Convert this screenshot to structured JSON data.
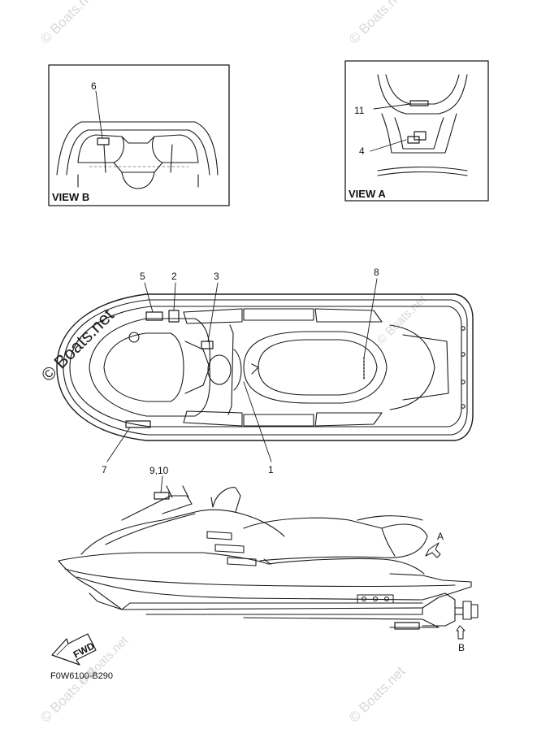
{
  "watermark": {
    "text": "© Boats.net",
    "color": "#d8d8d8"
  },
  "views": {
    "view_b": {
      "caption": "VIEW B",
      "callout": "6"
    },
    "view_a": {
      "caption": "VIEW A",
      "callouts": [
        "11",
        "4"
      ]
    }
  },
  "top_view_callouts": [
    "5",
    "2",
    "3",
    "8",
    "7",
    "1"
  ],
  "side_view": {
    "callout": "9,10",
    "arrow_a": "A",
    "arrow_b": "B",
    "fwd_label": "FWD"
  },
  "diagram_code": "F0W6100-B290",
  "colors": {
    "line": "#1a1a1a",
    "watermark": "#d8d8d8"
  }
}
